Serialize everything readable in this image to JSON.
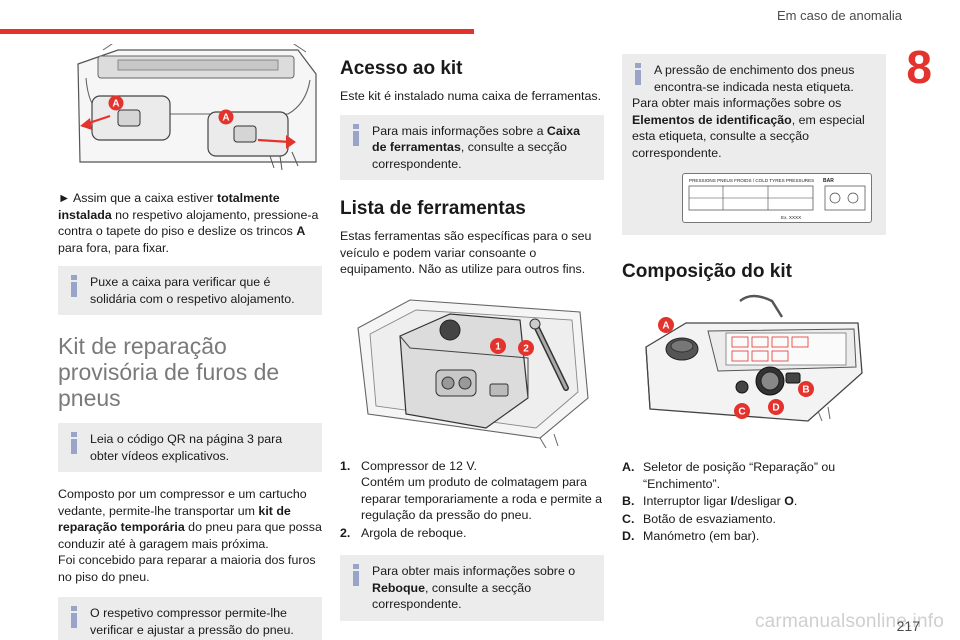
{
  "header": {
    "title": "Em caso de anomalia",
    "chapter": "8",
    "page_number": "217",
    "watermark": "carmanualsonline.info"
  },
  "colors": {
    "accent": "#e4332d",
    "info_box_bg": "#ececec",
    "info_icon": "#9aa3c8"
  },
  "col1": {
    "figure_callouts": [
      "A",
      "A"
    ],
    "step_arrow": "►",
    "step_pre": " Assim que a caixa estiver ",
    "step_bold1": "totalmente instalada",
    "step_mid": " no respetivo alojamento, pressione-a contra o tapete do piso e deslize os trincos ",
    "step_bold2": "A",
    "step_post": " para fora, para fixar.",
    "info1": "Puxe a caixa para verificar que é solidária com o respetivo alojamento.",
    "section_title": "Kit de reparação provisória de furos de pneus",
    "info2": "Leia o código QR na página 3 para obter vídeos explicativos.",
    "body_pre": "Composto por um compressor e um cartucho vedante, permite-lhe transportar um ",
    "body_bold1": "kit de reparação temporária",
    "body_mid": " do pneu para que possa conduzir até à garagem mais próxima.",
    "body_line2": "Foi concebido para reparar a maioria dos furos no piso do pneu.",
    "info3": "O respetivo compressor permite-lhe verificar e ajustar a pressão do pneu."
  },
  "col2": {
    "access_title": "Acesso ao kit",
    "access_body": "Este kit é instalado numa caixa de ferramentas.",
    "info1_pre": "Para mais informações sobre a ",
    "info1_bold": "Caixa de ferramentas",
    "info1_post": ", consulte a secção correspondente.",
    "tools_title": "Lista de ferramentas",
    "tools_body": "Estas ferramentas são específicas para o seu veículo e podem variar consoante o equipamento. Não as utilize para outros fins.",
    "figure_callouts": [
      "1",
      "2"
    ],
    "list": [
      {
        "label": "1.",
        "text": "Compressor de 12 V.",
        "text2": "Contém um produto de colmatagem para reparar temporariamente a roda e permite a regulação da pressão do pneu."
      },
      {
        "label": "2.",
        "text": "Argola de reboque.",
        "text2": ""
      }
    ],
    "info2_pre": "Para obter mais informações sobre o ",
    "info2_bold": "Reboque",
    "info2_post": ", consulte a secção correspondente."
  },
  "col3": {
    "info_line1": "A pressão de enchimento dos pneus encontra-se indicada nesta etiqueta.",
    "info_line2_pre": "Para obter mais informações sobre os ",
    "info_line2_bold": "Elementos de identificação",
    "info_line2_post": ", em especial esta etiqueta, consulte a secção correspondente.",
    "label_texts": {
      "heading": "PRESSIONS PNEUS FROIDS / COLD TYRES PRESSURES",
      "bar_unit": "BAR",
      "footer": "Ex. XXXX"
    },
    "composition_title": "Composição do kit",
    "figure_callouts": [
      "A",
      "B",
      "C",
      "D"
    ],
    "list": [
      {
        "label": "A.",
        "text": "Seletor de posição “Reparação” ou “Enchimento”."
      },
      {
        "label": "B.",
        "text_pre": "Interruptor ligar ",
        "bold1": "I",
        "text_mid": "/desligar ",
        "bold2": "O",
        "text_post": "."
      },
      {
        "label": "C.",
        "text": "Botão de esvaziamento."
      },
      {
        "label": "D.",
        "text": "Manómetro (em bar)."
      }
    ]
  }
}
